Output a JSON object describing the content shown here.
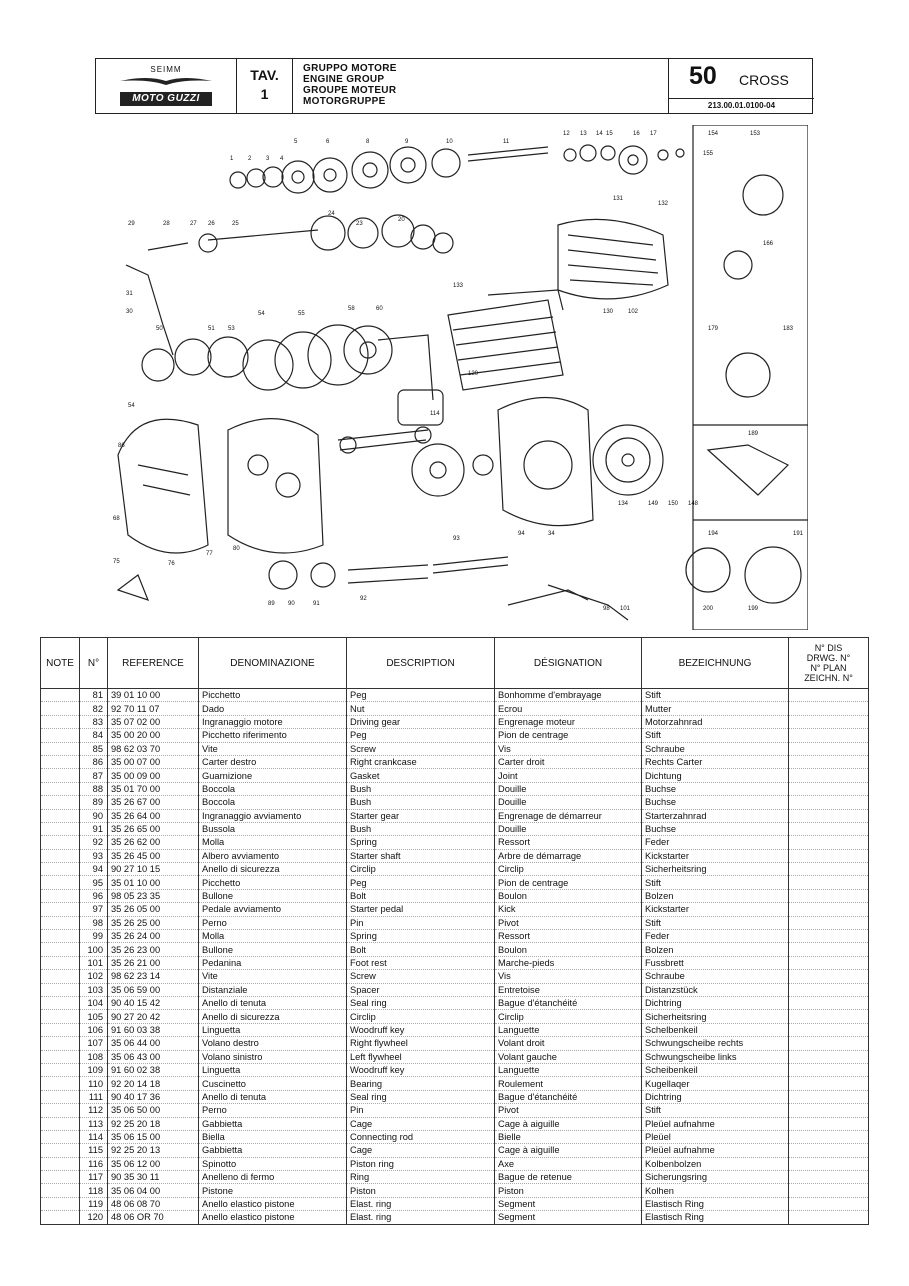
{
  "header": {
    "logo_top": "SEIMM",
    "logo_brand": "MOTO GUZZI",
    "tav_label": "TAV.",
    "tav_number": "1",
    "groups": [
      "GRUPPO MOTORE",
      "ENGINE GROUP",
      "GROUPE MOTEUR",
      "MOTORGRUPPE"
    ],
    "model_number": "50",
    "model_name": "CROSS",
    "code": "213.00.01.0100-04"
  },
  "table": {
    "headers": {
      "note": "NOTE",
      "n": "N°",
      "reference": "REFERENCE",
      "denominazione": "DENOMINAZIONE",
      "description": "DESCRIPTION",
      "designation": "DÉSIGNATION",
      "bezeichnung": "BEZEICHNUNG",
      "dis": "N° DIS\nDRWG. N°\nN° PLAN\nZEICHN. N°"
    },
    "rows": [
      [
        "81",
        "39 01 10 00",
        "Picchetto",
        "Peg",
        "Bonhomme d'embrayage",
        "Stift"
      ],
      [
        "82",
        "92 70 11 07",
        "Dado",
        "Nut",
        "Ecrou",
        "Mutter"
      ],
      [
        "83",
        "35 07 02 00",
        "Ingranaggio motore",
        "Driving gear",
        "Engrenage moteur",
        "Motorzahnrad"
      ],
      [
        "84",
        "35 00 20 00",
        "Picchetto riferimento",
        "Peg",
        "Pion de centrage",
        "Stift"
      ],
      [
        "85",
        "98 62 03 70",
        "Vite",
        "Screw",
        "Vis",
        "Schraube"
      ],
      [
        "86",
        "35 00 07 00",
        "Carter destro",
        "Right crankcase",
        "Carter droit",
        "Rechts Carter"
      ],
      [
        "87",
        "35 00 09 00",
        "Guarnizione",
        "Gasket",
        "Joint",
        "Dichtung"
      ],
      [
        "88",
        "35 01 70 00",
        "Boccola",
        "Bush",
        "Douille",
        "Buchse"
      ],
      [
        "89",
        "35 26 67 00",
        "Boccola",
        "Bush",
        "Douille",
        "Buchse"
      ],
      [
        "90",
        "35 26 64 00",
        "Ingranaggio avviamento",
        "Starter gear",
        "Engrenage de démarreur",
        "Starterzahnrad"
      ],
      [
        "91",
        "35 26 65 00",
        "Bussola",
        "Bush",
        "Douille",
        "Buchse"
      ],
      [
        "92",
        "35 26 62 00",
        "Molla",
        "Spring",
        "Ressort",
        "Feder"
      ],
      [
        "93",
        "35 26 45 00",
        "Albero avviamento",
        "Starter shaft",
        "Arbre de démarrage",
        "Kickstarter"
      ],
      [
        "94",
        "90 27 10 15",
        "Anello di sicurezza",
        "Circlip",
        "Circlip",
        "Sicherheitsring"
      ],
      [
        "95",
        "35 01 10 00",
        "Picchetto",
        "Peg",
        "Pion de centrage",
        "Stift"
      ],
      [
        "96",
        "98 05 23 35",
        "Bullone",
        "Bolt",
        "Boulon",
        "Bolzen"
      ],
      [
        "97",
        "35 26 05 00",
        "Pedale avviamento",
        "Starter pedal",
        "Kick",
        "Kickstarter"
      ],
      [
        "98",
        "35 26 25 00",
        "Perno",
        "Pin",
        "Pivot",
        "Stift"
      ],
      [
        "99",
        "35 26 24 00",
        "Molla",
        "Spring",
        "Ressort",
        "Feder"
      ],
      [
        "100",
        "35 26 23 00",
        "Bullone",
        "Bolt",
        "Boulon",
        "Bolzen"
      ],
      [
        "101",
        "35 26 21 00",
        "Pedanina",
        "Foot rest",
        "Marche-pieds",
        "Fussbrett"
      ],
      [
        "102",
        "98 62 23 14",
        "Vite",
        "Screw",
        "Vis",
        "Schraube"
      ],
      [
        "103",
        "35 06 59 00",
        "Distanziale",
        "Spacer",
        "Entretoise",
        "Distanzstück"
      ],
      [
        "104",
        "90 40 15 42",
        "Anello di tenuta",
        "Seal ring",
        "Bague d'étanchéité",
        "Dichtring"
      ],
      [
        "105",
        "90 27 20 42",
        "Anello di sicurezza",
        "Circlip",
        "Circlip",
        "Sicherheitsring"
      ],
      [
        "106",
        "91 60 03 38",
        "Linguetta",
        "Woodruff key",
        "Languette",
        "Schelbenkeil"
      ],
      [
        "107",
        "35 06 44 00",
        "Volano destro",
        "Right flywheel",
        "Volant droit",
        "Schwungscheibe rechts"
      ],
      [
        "108",
        "35 06 43 00",
        "Volano sinistro",
        "Left flywheel",
        "Volant gauche",
        "Schwungscheibe links"
      ],
      [
        "109",
        "91 60 02 38",
        "Linguetta",
        "Woodruff key",
        "Languette",
        "Scheibenkeil"
      ],
      [
        "110",
        "92 20 14 18",
        "Cuscinetto",
        "Bearing",
        "Roulement",
        "Kugellaqer"
      ],
      [
        "111",
        "90 40 17 36",
        "Anello di tenuta",
        "Seal ring",
        "Bague d'étanchéité",
        "Dichtring"
      ],
      [
        "112",
        "35 06 50 00",
        "Perno",
        "Pin",
        "Pivot",
        "Stift"
      ],
      [
        "113",
        "92 25 20 18",
        "Gabbietta",
        "Cage",
        "Cage à aiguille",
        "Pleüel aufnahme"
      ],
      [
        "114",
        "35 06 15 00",
        "Biella",
        "Connecting rod",
        "Bielle",
        "Pleüel"
      ],
      [
        "115",
        "92 25 20 13",
        "Gabbietta",
        "Cage",
        "Cage à aiguille",
        "Pleüel aufnahme"
      ],
      [
        "116",
        "35 06 12 00",
        "Spinotto",
        "Piston ring",
        "Axe",
        "Kolbenbolzen"
      ],
      [
        "117",
        "90 35 30 11",
        "Anelleno di fermo",
        "Ring",
        "Bague de retenue",
        "Sicherungsring"
      ],
      [
        "118",
        "35 06 04 00",
        "Pistone",
        "Piston",
        "Piston",
        "Kolhen"
      ],
      [
        "119",
        "48 06 08 70",
        "Anello elastico pistone",
        "Elast. ring",
        "Segment",
        "Elastisch Ring"
      ],
      [
        "120",
        "48 06 OR 70",
        "Anello elastico pistone",
        "Elast. ring",
        "Segment",
        "Elastisch Ring"
      ]
    ]
  }
}
